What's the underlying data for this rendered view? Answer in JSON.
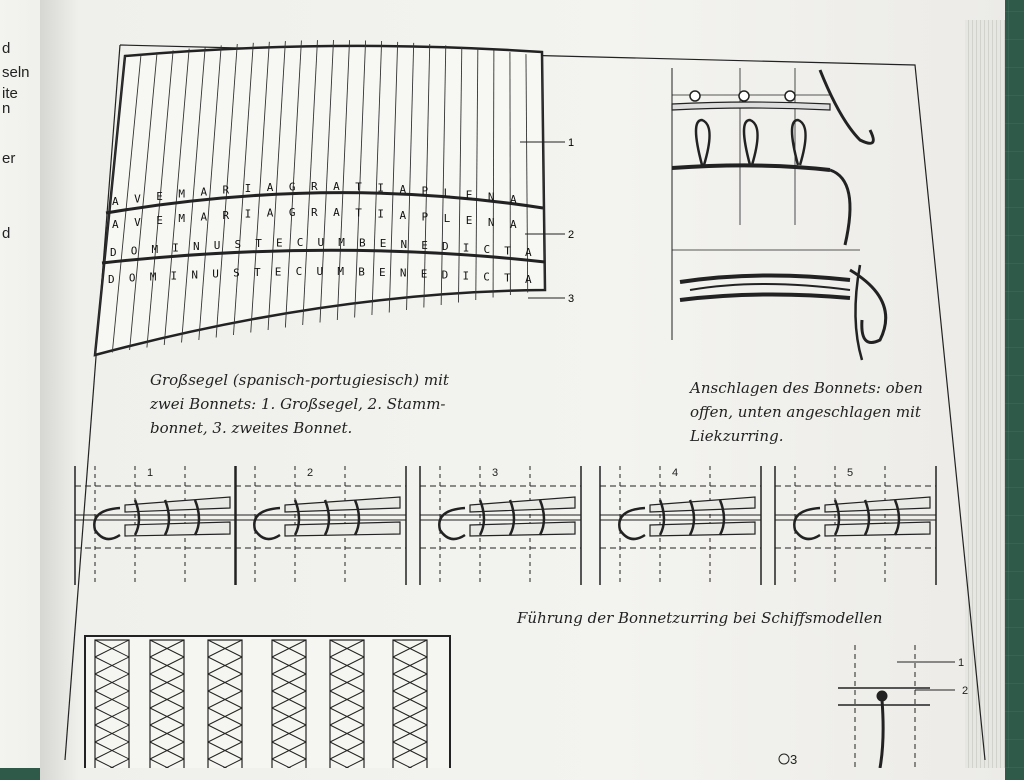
{
  "left_page": {
    "fragments": [
      "d",
      "seln",
      "ite",
      "n",
      "",
      "er",
      "",
      "d"
    ]
  },
  "figure_sail": {
    "text_line_1": [
      "A",
      "V",
      "E",
      "M",
      "A",
      "R",
      "I",
      "A",
      "G",
      "R",
      "A",
      "T",
      "I",
      "A",
      "P",
      "L",
      "E",
      "N",
      "A"
    ],
    "text_line_2": [
      "D",
      "O",
      "M",
      "I",
      "N",
      "U",
      "S",
      "T",
      "E",
      "C",
      "U",
      "M",
      "B",
      "E",
      "N",
      "E",
      "D",
      "I",
      "C",
      "T",
      "A"
    ],
    "labels": [
      "1",
      "2",
      "3"
    ],
    "caption": "Großsegel (spanisch-portugiesisch) mit\nzwei Bonnets: 1. Großsegel, 2. Stamm-\nbonnet, 3. zweites Bonnet."
  },
  "figure_lacing": {
    "caption": "Anschlagen des Bonnets: oben\noffen, unten angeschlagen mit\nLiekzurring."
  },
  "figure_steps": {
    "steps": [
      "1",
      "2",
      "3",
      "4",
      "5"
    ],
    "caption": "Führung der Bonnetzurring bei Schiffsmodellen"
  },
  "figure_small": {
    "labels": [
      "1",
      "2"
    ]
  },
  "page_mark": "3"
}
